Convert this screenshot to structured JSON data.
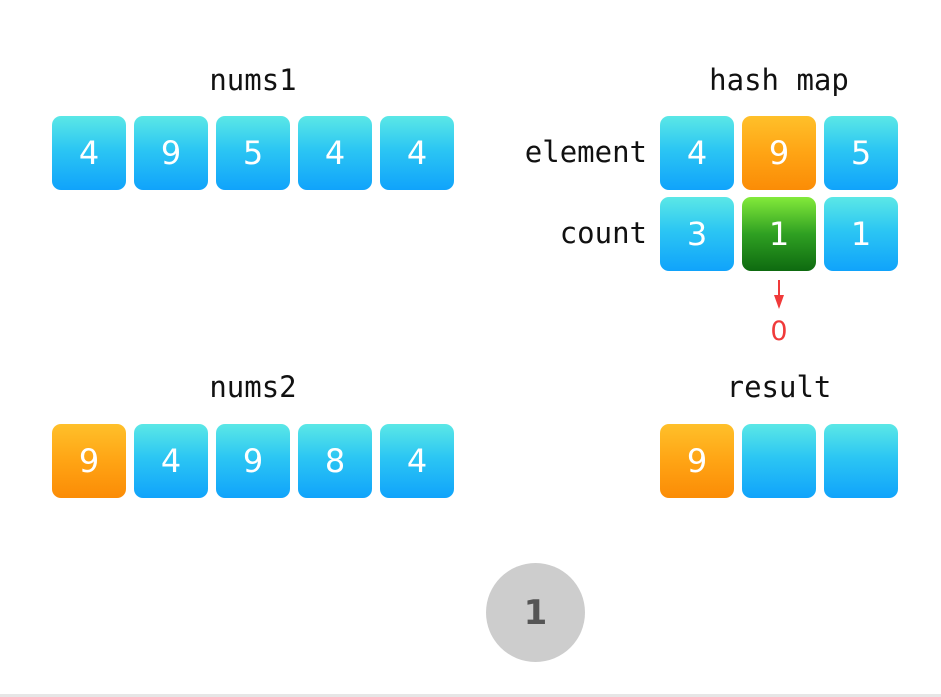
{
  "nums1": {
    "title": "nums1",
    "cells": [
      {
        "value": "4",
        "color": "blue"
      },
      {
        "value": "9",
        "color": "blue"
      },
      {
        "value": "5",
        "color": "blue"
      },
      {
        "value": "4",
        "color": "blue"
      },
      {
        "value": "4",
        "color": "blue"
      }
    ]
  },
  "hash_map": {
    "title": "hash map",
    "element_label": "element",
    "count_label": "count",
    "elements": [
      {
        "value": "4",
        "color": "blue"
      },
      {
        "value": "9",
        "color": "orange"
      },
      {
        "value": "5",
        "color": "blue"
      }
    ],
    "counts": [
      {
        "value": "3",
        "color": "blue"
      },
      {
        "value": "1",
        "color": "green"
      },
      {
        "value": "1",
        "color": "blue"
      }
    ],
    "decrement_result": "0"
  },
  "nums2": {
    "title": "nums2",
    "cells": [
      {
        "value": "9",
        "color": "orange"
      },
      {
        "value": "4",
        "color": "blue"
      },
      {
        "value": "9",
        "color": "blue"
      },
      {
        "value": "8",
        "color": "blue"
      },
      {
        "value": "4",
        "color": "blue"
      }
    ]
  },
  "result": {
    "title": "result",
    "cells": [
      {
        "value": "9",
        "color": "orange"
      },
      {
        "value": "",
        "color": "blue"
      },
      {
        "value": "",
        "color": "blue"
      }
    ]
  },
  "step_number": "1",
  "colors": {
    "blue": "#10a3fb",
    "orange": "#fb8c06",
    "green": "#2fa022",
    "arrow_red": "#f03a3a",
    "step_circle": "#cdcdcd"
  }
}
